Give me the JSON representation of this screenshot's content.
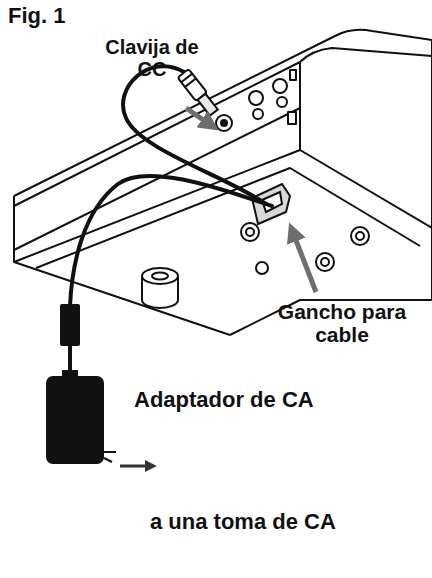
{
  "diagram": {
    "title": "Fig. 1",
    "labels": [
      "Clavija de CC",
      "Gancho para cable",
      "Adaptador de CA",
      "a una toma de CA"
    ]
  }
}
